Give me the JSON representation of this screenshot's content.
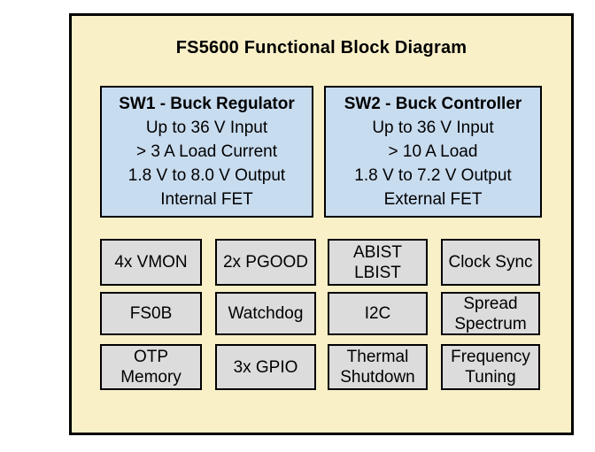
{
  "colors": {
    "page_background": "#FFFFFF",
    "diagram_background": "#FAF0C8",
    "sw_block_background": "#C8DCF0",
    "feature_block_background": "#DCDCDC",
    "border": "#000000",
    "text": "#000000"
  },
  "diagram": {
    "title": "FS5600 Functional Block Diagram"
  },
  "sw_blocks": [
    {
      "title": "SW1 - Buck Regulator",
      "lines": [
        "Up to 36 V Input",
        "> 3 A Load Current",
        "1.8 V to 8.0 V Output",
        "Internal FET"
      ]
    },
    {
      "title": "SW2 - Buck Controller",
      "lines": [
        "Up to 36 V Input",
        "> 10 A Load",
        "1.8 V to 7.2 V Output",
        "External FET"
      ]
    }
  ],
  "features": [
    {
      "lines": [
        "4x VMON"
      ]
    },
    {
      "lines": [
        "2x PGOOD"
      ]
    },
    {
      "lines": [
        "ABIST",
        "LBIST"
      ]
    },
    {
      "lines": [
        "Clock Sync"
      ]
    },
    {
      "lines": [
        "FS0B"
      ]
    },
    {
      "lines": [
        "Watchdog"
      ]
    },
    {
      "lines": [
        "I2C"
      ]
    },
    {
      "lines": [
        "Spread",
        "Spectrum"
      ]
    },
    {
      "lines": [
        "OTP",
        "Memory"
      ]
    },
    {
      "lines": [
        "3x GPIO"
      ]
    },
    {
      "lines": [
        "Thermal",
        "Shutdown"
      ]
    },
    {
      "lines": [
        "Frequency",
        "Tuning"
      ]
    }
  ]
}
